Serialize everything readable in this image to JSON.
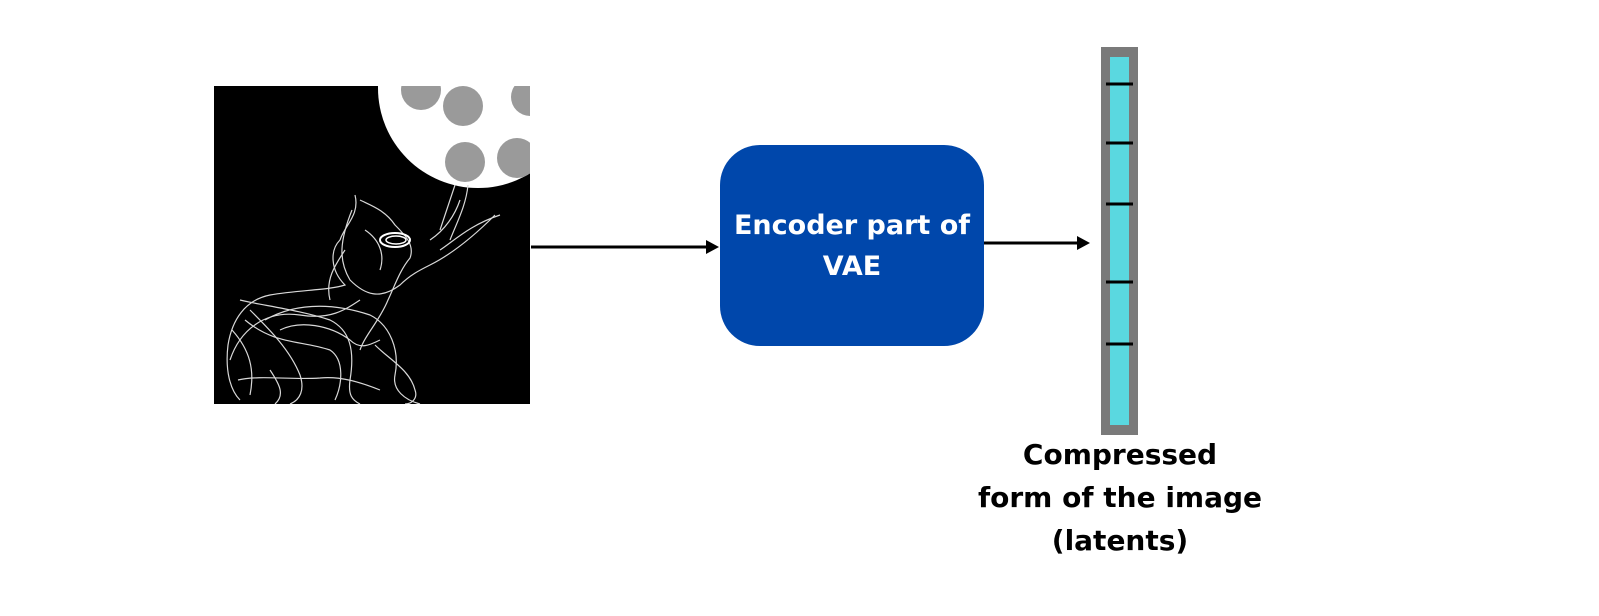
{
  "encoder": {
    "label": "Encoder part of\nVAE"
  },
  "latent": {
    "caption": "Compressed\nform of the image\n(latents)",
    "segment_count": 6
  },
  "input_image": {
    "description_icon": "elephant-sketch-with-balloons"
  },
  "colors": {
    "encoder_fill": "#0047ab",
    "latent_fill": "#5ad8e0",
    "latent_frame": "#7a7a7a",
    "arrow": "#000000",
    "balloon": "#9a9a9a",
    "sketch_bg": "#000000"
  }
}
